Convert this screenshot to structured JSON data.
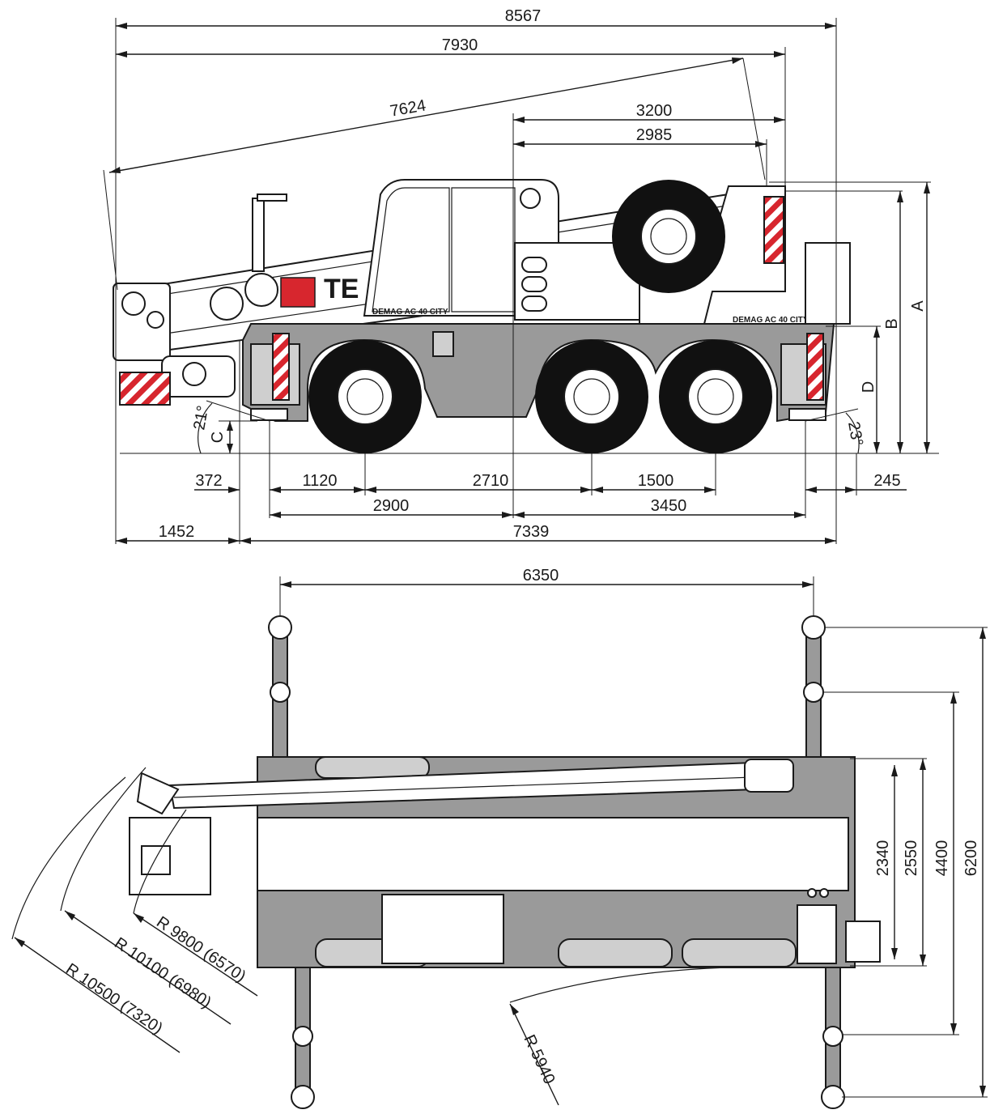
{
  "side_view": {
    "dims": {
      "overall_length": "8567",
      "length_to_boom_tip": "7930",
      "boom_length": "7624",
      "rear_to_center_3200": "3200",
      "rear_to_center_2985": "2985",
      "front_overhang_outrigger": "372",
      "front_axle_offset": "1120",
      "front_axle_to_slew": "2710",
      "axle_spacing": "1500",
      "rear_outrigger_offset": "245",
      "front_outrigger_to_slew": "2900",
      "slew_to_rear_outrigger": "3450",
      "boom_overhang": "1452",
      "carrier_length": "7339"
    },
    "letters": {
      "a": "A",
      "b": "B",
      "c": "C",
      "d": "D"
    },
    "angles": {
      "approach": "21°",
      "departure": "23°"
    },
    "brand_text": "TE",
    "model_text": "DEMAG AC 40 CITY"
  },
  "top_view": {
    "dims": {
      "outrigger_span_length": "6350",
      "width_2340": "2340",
      "width_2550": "2550",
      "outrigger_width_4400": "4400",
      "outrigger_width_6200": "6200"
    },
    "radii": {
      "r1": "R 9800 (6570)",
      "r2": "R 10100 (6980)",
      "r3": "R 10500 (7320)",
      "tail": "R 5940"
    }
  },
  "colors": {
    "body_grey": "#9a9a9a",
    "warning_red": "#d7262e",
    "line": "#1a1a1a"
  }
}
